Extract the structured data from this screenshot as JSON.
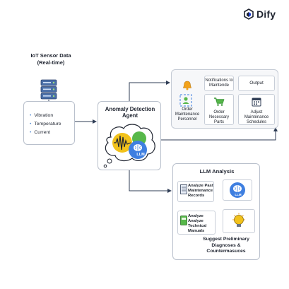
{
  "logo": {
    "text": "Dify"
  },
  "iot": {
    "title_line1": "IoT Sensor Data",
    "title_line2": "(Real-time)",
    "sensors": [
      "Vibration",
      "Temperature",
      "Current"
    ]
  },
  "agent": {
    "title_line1": "Anomaly Detection",
    "title_line2": "Agent",
    "llm_badge": "LLM"
  },
  "actions": {
    "order_personnel": [
      "Order",
      "Maintenance",
      "Personnel"
    ],
    "notifications": [
      "Notifications to",
      "Maintende"
    ],
    "output": "Output",
    "order_parts": [
      "Order",
      "Necessary",
      "Parts"
    ],
    "adjust_schedules": [
      "Adjust",
      "Maintenance",
      "Schedules"
    ]
  },
  "llm_analysis": {
    "title": "LLM Analysis",
    "analyze_records": [
      "Analyze Past",
      "Maintenance",
      "Records"
    ],
    "analyze_manuals": [
      "Analyze",
      "Analyze",
      "Technical Manuals"
    ],
    "llm_badge": "LLM",
    "suggest": [
      "Suggest Preliminary",
      "Diagnoses &",
      "Countermasuces"
    ]
  },
  "colors": {
    "accent_blue": "#3f7fe0",
    "line": "#2f3d55",
    "wave_yellow": "#f2c21b",
    "green": "#57b84a",
    "bell_orange": "#f2a21b"
  },
  "icons": [
    "dify-logo-icon",
    "server-icon",
    "brain-icon",
    "waveform-icon",
    "bell-icon",
    "qr-person-icon",
    "cart-icon",
    "calendar-icon",
    "document-icon",
    "book-icon",
    "lightbulb-icon"
  ]
}
